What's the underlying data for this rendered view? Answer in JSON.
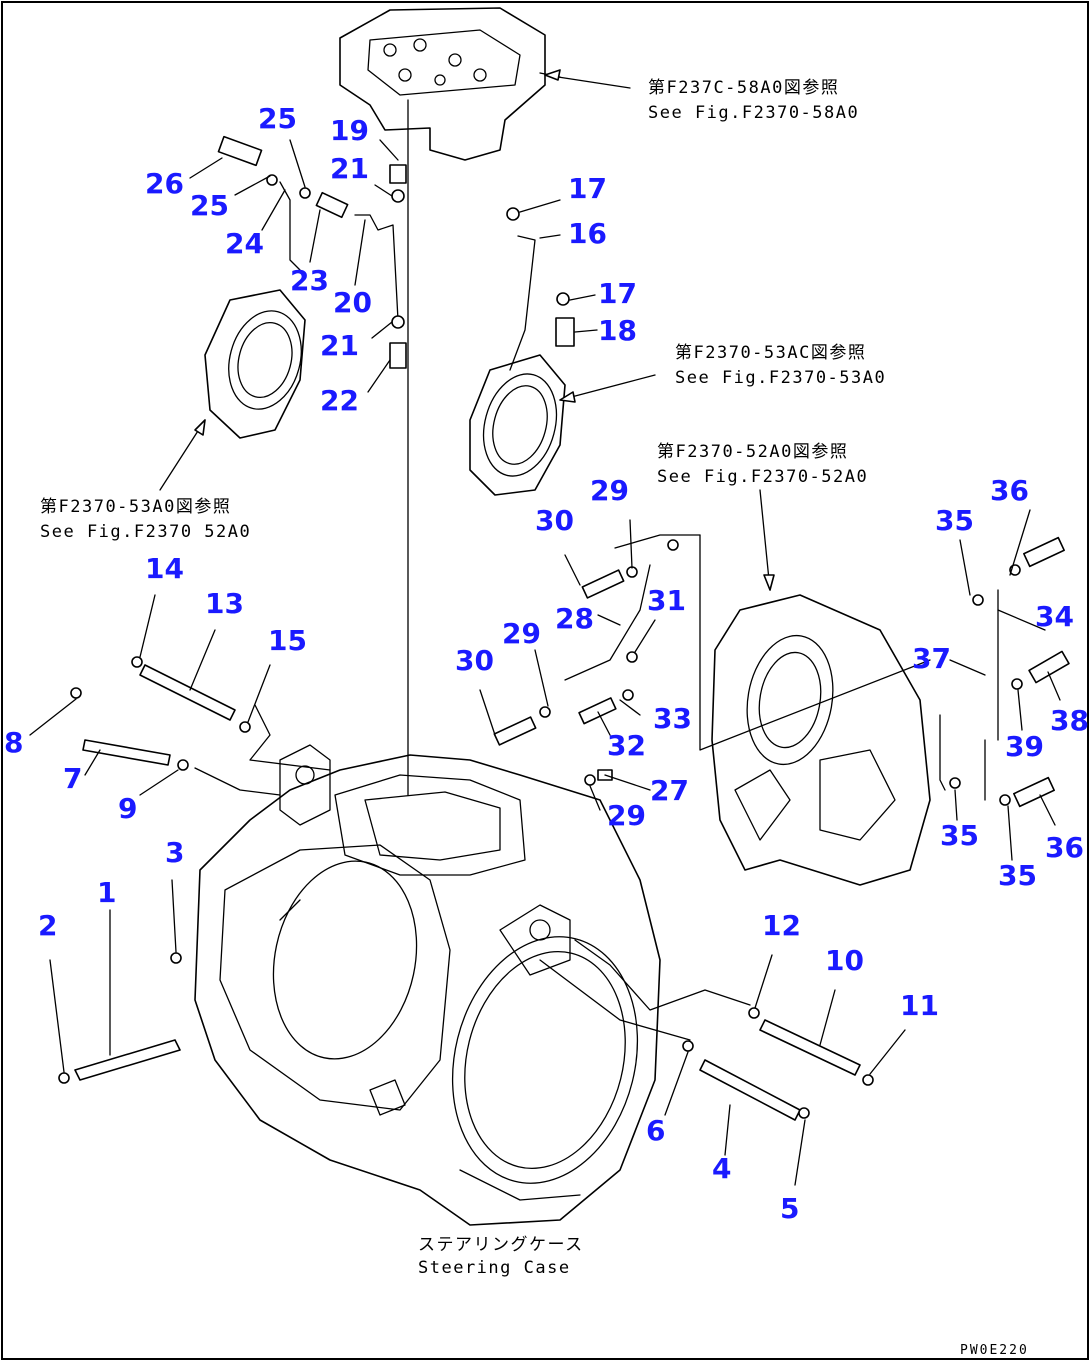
{
  "callouts": [
    {
      "id": "c1",
      "text": "1"
    },
    {
      "id": "c2",
      "text": "2"
    },
    {
      "id": "c3",
      "text": "3"
    },
    {
      "id": "c4",
      "text": "4"
    },
    {
      "id": "c5",
      "text": "5"
    },
    {
      "id": "c6",
      "text": "6"
    },
    {
      "id": "c7",
      "text": "7"
    },
    {
      "id": "c8",
      "text": "8"
    },
    {
      "id": "c9",
      "text": "9"
    },
    {
      "id": "c10",
      "text": "10"
    },
    {
      "id": "c11",
      "text": "11"
    },
    {
      "id": "c12",
      "text": "12"
    },
    {
      "id": "c13",
      "text": "13"
    },
    {
      "id": "c14",
      "text": "14"
    },
    {
      "id": "c15",
      "text": "15"
    },
    {
      "id": "c16",
      "text": "16"
    },
    {
      "id": "c17a",
      "text": "17"
    },
    {
      "id": "c17b",
      "text": "17"
    },
    {
      "id": "c18",
      "text": "18"
    },
    {
      "id": "c19",
      "text": "19"
    },
    {
      "id": "c20",
      "text": "20"
    },
    {
      "id": "c21a",
      "text": "21"
    },
    {
      "id": "c21b",
      "text": "21"
    },
    {
      "id": "c22",
      "text": "22"
    },
    {
      "id": "c23",
      "text": "23"
    },
    {
      "id": "c24",
      "text": "24"
    },
    {
      "id": "c25a",
      "text": "25"
    },
    {
      "id": "c25b",
      "text": "25"
    },
    {
      "id": "c26",
      "text": "26"
    },
    {
      "id": "c27",
      "text": "27"
    },
    {
      "id": "c28",
      "text": "28"
    },
    {
      "id": "c29a",
      "text": "29"
    },
    {
      "id": "c29b",
      "text": "29"
    },
    {
      "id": "c29c",
      "text": "29"
    },
    {
      "id": "c30a",
      "text": "30"
    },
    {
      "id": "c30b",
      "text": "30"
    },
    {
      "id": "c31",
      "text": "31"
    },
    {
      "id": "c32",
      "text": "32"
    },
    {
      "id": "c33",
      "text": "33"
    },
    {
      "id": "c34",
      "text": "34"
    },
    {
      "id": "c35a",
      "text": "35"
    },
    {
      "id": "c35b",
      "text": "35"
    },
    {
      "id": "c35c",
      "text": "35"
    },
    {
      "id": "c36a",
      "text": "36"
    },
    {
      "id": "c36b",
      "text": "36"
    },
    {
      "id": "c37",
      "text": "37"
    },
    {
      "id": "c38",
      "text": "38"
    },
    {
      "id": "c39",
      "text": "39"
    }
  ],
  "references": {
    "valve_top": {
      "jp": "第F237C-58A0図参照",
      "en": "See Fig.F2370-58A0"
    },
    "cover_right": {
      "jp": "第F2370-53AC図参照",
      "en": "See Fig.F2370-53A0"
    },
    "cover_left": {
      "jp": "第F2370-53A0図参照",
      "en": "See Fig.F2370 52A0"
    },
    "housing_right": {
      "jp": "第F2370-52A0図参照",
      "en": "See Fig.F2370-52A0"
    }
  },
  "case_label": {
    "jp": "ステアリングケース",
    "en": "Steering Case"
  },
  "drawing_code": "PW0E220"
}
